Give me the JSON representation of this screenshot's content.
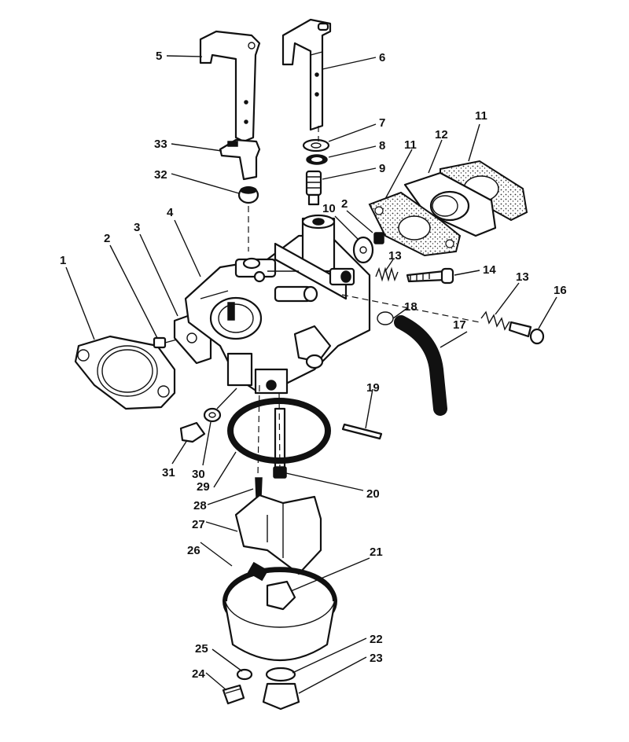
{
  "callouts": [
    "1",
    "2",
    "3",
    "4",
    "5",
    "6",
    "7",
    "8",
    "9",
    "10",
    "11",
    "12",
    "13",
    "14",
    "16",
    "17",
    "18",
    "19",
    "20",
    "21",
    "22",
    "23",
    "24",
    "25",
    "26",
    "27",
    "28",
    "29",
    "30",
    "31",
    "32",
    "33"
  ],
  "extra_labels": {
    "label_2b": "2",
    "label_11b": "11",
    "label_13b": "13"
  }
}
